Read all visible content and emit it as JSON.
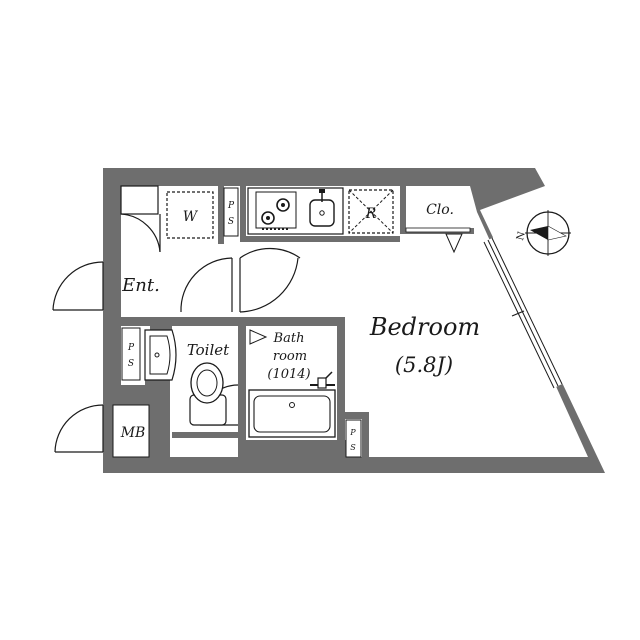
{
  "floorplan": {
    "rooms": {
      "bedroom": "Bedroom",
      "bedroom_size": "(5.8J)",
      "entrance": "Ent.",
      "toilet": "Toilet",
      "bath_line1": "Bath",
      "bath_line2": "room",
      "bath_line3": "(1014)",
      "closet": "Clo."
    },
    "fixtures": {
      "washer": "W",
      "refrigerator": "R",
      "meter_box": "MB",
      "pipe_space": "P",
      "pipe_space_2": "S"
    },
    "compass": {
      "north": "N"
    },
    "colors": {
      "wall": "#6e6e6e",
      "line": "#1a1a1a",
      "background": "#ffffff"
    }
  }
}
